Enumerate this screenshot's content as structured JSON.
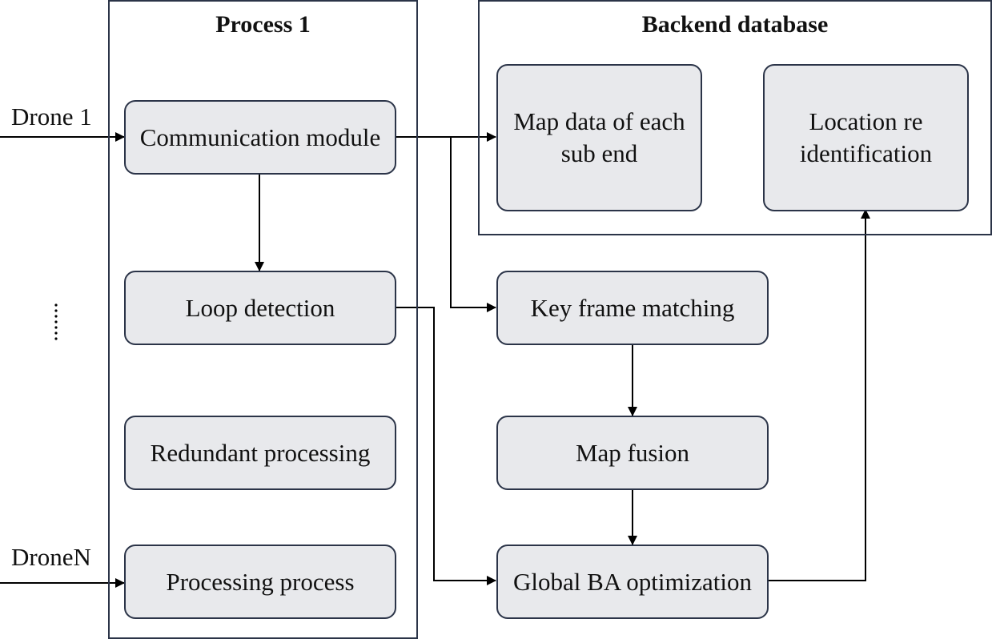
{
  "frames": {
    "process": {
      "title": "Process 1"
    },
    "backend": {
      "title": "Backend database"
    }
  },
  "inputs": {
    "drone_1": "Drone 1",
    "drone_n": "DroneN",
    "ellipsis": "⋮"
  },
  "nodes": {
    "communication": "Communication module",
    "loop_detection": "Loop detection",
    "redundant": "Redundant processing",
    "processing": "Processing process",
    "map_data": "Map data of each sub end",
    "location": "Location re identification",
    "key_frame": "Key frame matching",
    "map_fusion": "Map fusion",
    "global_ba": "Global BA optimization"
  },
  "colors": {
    "node_fill": "#e8e9ec",
    "stroke": "#2b3448",
    "arrow": "#000000"
  }
}
